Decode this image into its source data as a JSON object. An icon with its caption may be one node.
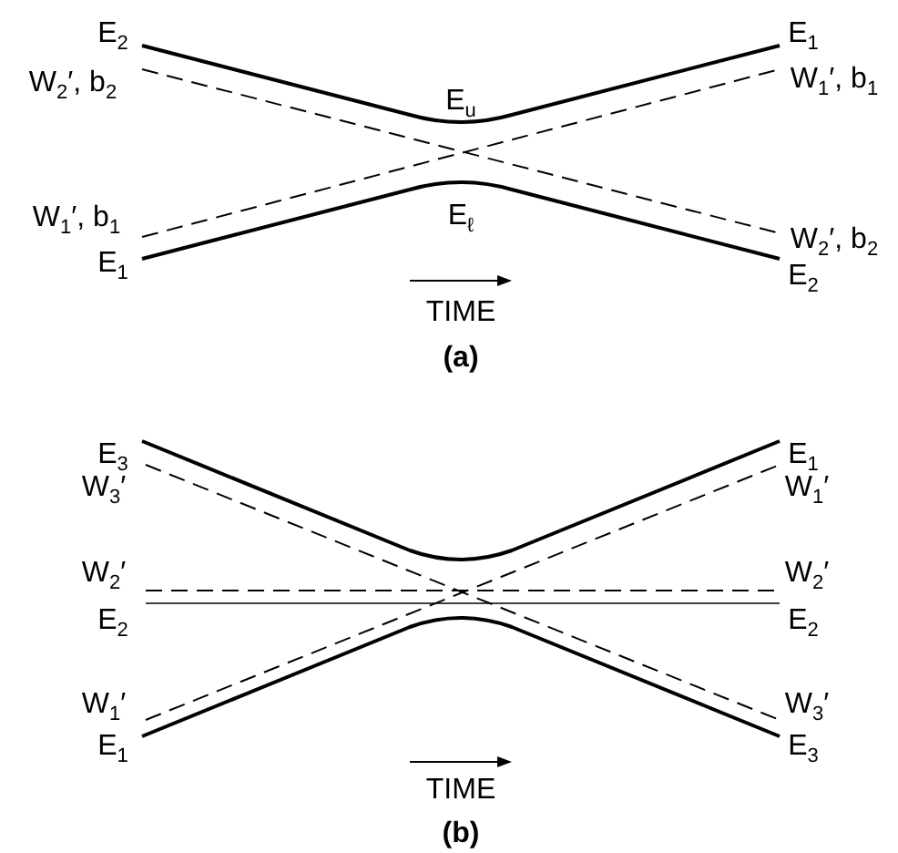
{
  "diagram": {
    "labels": [
      "E$_{2}$",
      "E$_{1}$",
      "W$_{2}$′,  b$_{2}$",
      "W$_{1}$′,  b$_{1}$",
      "E$_{u}$",
      "W$_{1}$′,  b$_{1}$",
      "W$_{2}$′,  b$_{2}$",
      "E$_{ℓ}$",
      "E$_{1}$",
      "E$_{2}$",
      "TIME",
      "(a)",
      "E$_{3}$",
      "E$_{1}$",
      "W$_{3}$′",
      "W$_{1}$′",
      "W$_{2}$′",
      "W$_{2}$′",
      "E$_{2}$",
      "E$_{2}$",
      "W$_{1}$′",
      "W$_{3}$′",
      "E$_{1}$",
      "E$_{3}$",
      "TIME",
      "(b)"
    ]
  }
}
